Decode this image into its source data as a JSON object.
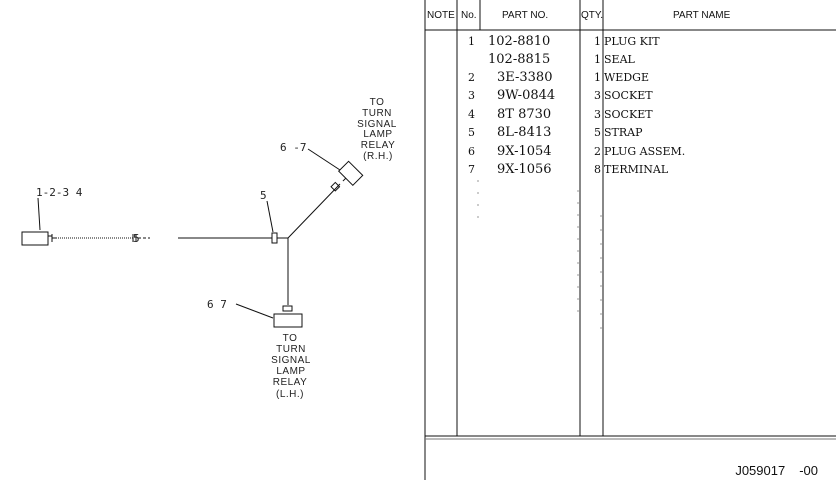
{
  "diagram": {
    "callouts": {
      "plug_kit_left": "1-2-3 4",
      "strap_top": "5",
      "strap_line": "5",
      "plug_upper": "6 -7",
      "plug_lower": "6 7"
    },
    "destinations": {
      "rh": [
        "TO",
        "TURN",
        "SIGNAL",
        "LAMP",
        "RELAY",
        "(R.H.)"
      ],
      "lh": [
        "TO",
        "TURN",
        "SIGNAL",
        "LAMP",
        "RELAY",
        "(L.H.)"
      ]
    }
  },
  "parts_table": {
    "headers": {
      "note": "NOTE",
      "no": "No.",
      "part_no": "PART NO.",
      "qty": "QTY.",
      "part_name": "PART NAME"
    },
    "rows": [
      {
        "no": "1",
        "part_no": "102-8810",
        "qty": "1",
        "name": "PLUG KIT"
      },
      {
        "no": "",
        "part_no": "102-8815",
        "qty": "1",
        "name": "SEAL"
      },
      {
        "no": "2",
        "part_no": "3E-3380",
        "qty": "1",
        "name": "WEDGE"
      },
      {
        "no": "3",
        "part_no": "9W-0844",
        "qty": "3",
        "name": "SOCKET"
      },
      {
        "no": "4",
        "part_no": "8T 8730",
        "qty": "3",
        "name": "SOCKET"
      },
      {
        "no": "5",
        "part_no": "8L-8413",
        "qty": "5",
        "name": "STRAP"
      },
      {
        "no": "6",
        "part_no": "9X-1054",
        "qty": "2",
        "name": "PLUG ASSEM."
      },
      {
        "no": "7",
        "part_no": "9X-1056",
        "qty": "8",
        "name": "TERMINAL"
      }
    ]
  },
  "footer": {
    "drawing_code": "J059017",
    "revision": "-00"
  }
}
